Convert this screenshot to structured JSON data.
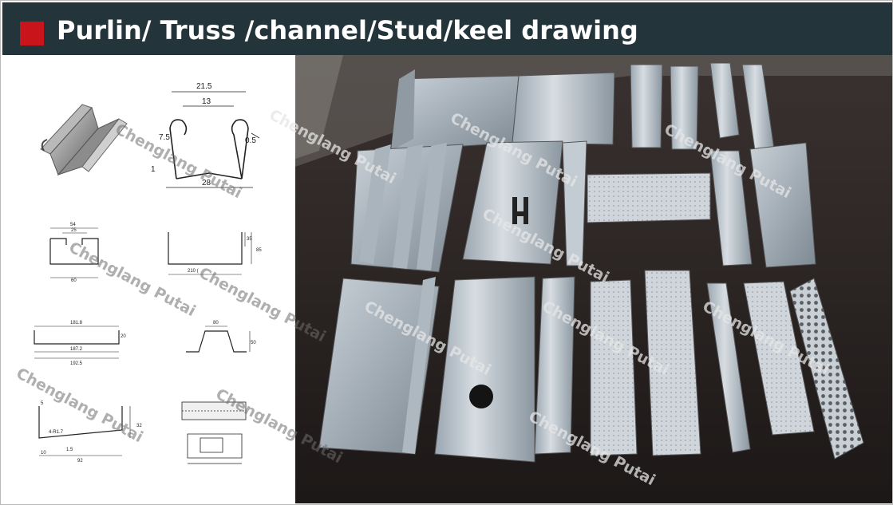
{
  "slide": {
    "title": "Purlin/ Truss /channel/Stud/keel drawing",
    "accent_color": "#c8141a",
    "header_bg": "#23343b"
  },
  "watermark": {
    "text": "Chenglang Putai"
  },
  "drawing_1": {
    "dims": [
      "21.5",
      "13",
      "7.5",
      "0.5",
      "1",
      "28"
    ]
  },
  "drawing_2": {
    "dims": [
      "54",
      "25",
      "60"
    ]
  },
  "drawing_3": {
    "dims": [
      "35",
      "85",
      "210 ("
    ]
  },
  "drawing_4": {
    "dims": [
      "181.8",
      "20",
      "187.2",
      "192.5"
    ]
  },
  "drawing_5": {
    "dims": [
      "80",
      "50"
    ]
  },
  "drawing_6": {
    "dims": [
      "5",
      "4-R1.7",
      "32",
      "10",
      "1.5",
      "92"
    ]
  }
}
